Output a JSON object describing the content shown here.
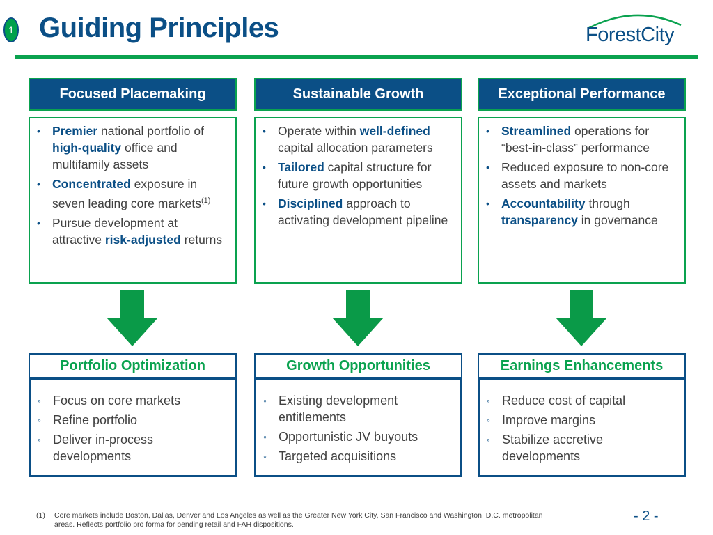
{
  "header": {
    "badge": "1",
    "title": "Guiding Principles",
    "logo": "ForestCity"
  },
  "principles": [
    {
      "title": "Focused Placemaking",
      "bullets": [
        [
          {
            "t": "Premier",
            "b": true
          },
          {
            "t": " national portfolio of "
          },
          {
            "t": "high-quality",
            "b": true
          },
          {
            "t": " office and multifamily assets"
          }
        ],
        [
          {
            "t": "Concentrated",
            "b": true
          },
          {
            "t": " exposure in seven leading core markets"
          },
          {
            "t": "(1)",
            "sup": true
          }
        ],
        [
          {
            "t": "Pursue development at attractive "
          },
          {
            "t": "risk-adjusted",
            "b": true
          },
          {
            "t": " returns"
          }
        ]
      ]
    },
    {
      "title": "Sustainable Growth",
      "bullets": [
        [
          {
            "t": "Operate within "
          },
          {
            "t": "well-defined",
            "b": true
          },
          {
            "t": " capital allocation parameters"
          }
        ],
        [
          {
            "t": "Tailored",
            "b": true
          },
          {
            "t": " capital structure for future growth opportunities"
          }
        ],
        [
          {
            "t": "Disciplined",
            "b": true
          },
          {
            "t": " approach to activating development pipeline"
          }
        ]
      ]
    },
    {
      "title": "Exceptional Performance",
      "bullets": [
        [
          {
            "t": "Streamlined",
            "b": true
          },
          {
            "t": " operations for “best-in-class” performance"
          }
        ],
        [
          {
            "t": "Reduced exposure to non-core assets and markets"
          }
        ],
        [
          {
            "t": "Accountability",
            "b": true
          },
          {
            "t": " through "
          },
          {
            "t": "transparency",
            "b": true
          },
          {
            "t": " in governance"
          }
        ]
      ]
    }
  ],
  "outcomes": [
    {
      "title": "Portfolio Optimization",
      "items": [
        "Focus on core markets",
        "Refine portfolio",
        "Deliver in-process developments"
      ]
    },
    {
      "title": "Growth Opportunities",
      "items": [
        "Existing development entitlements",
        "Opportunistic JV buyouts",
        "Targeted acquisitions"
      ]
    },
    {
      "title": "Earnings Enhancements",
      "items": [
        "Reduce cost of capital",
        "Improve margins",
        "Stabilize accretive developments"
      ]
    }
  ],
  "footnote": {
    "number": "(1)",
    "text": "Core markets include Boston, Dallas, Denver and Los Angeles as well as the Greater New York City, San Francisco and Washington, D.C. metropolitan areas. Reflects portfolio pro forma for pending retail and FAH dispositions."
  },
  "page_number": "- 2 -"
}
